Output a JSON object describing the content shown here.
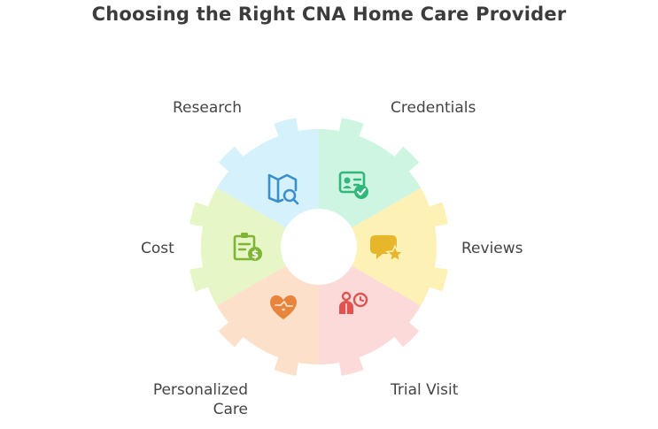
{
  "title": "Choosing the Right CNA Home Care Provider",
  "segments": [
    {
      "label": "Research",
      "icon": "map-search-icon",
      "color": "#d5f1fb",
      "iconColor": "#3a8fc9"
    },
    {
      "label": "Credentials",
      "icon": "id-card-check-icon",
      "color": "#cdf5e1",
      "iconColor": "#2fb87a"
    },
    {
      "label": "Reviews",
      "icon": "chat-star-icon",
      "color": "#fdf1b5",
      "iconColor": "#e8b62a"
    },
    {
      "label": "Trial Visit",
      "icon": "person-clock-icon",
      "color": "#fddada",
      "iconColor": "#e0534f"
    },
    {
      "label": "Personalized Care",
      "label_line1": "Personalized",
      "label_line2": "Care",
      "icon": "heart-puzzle-icon",
      "color": "#fde0c9",
      "iconColor": "#e8853c"
    },
    {
      "label": "Cost",
      "icon": "clipboard-dollar-icon",
      "color": "#e6f6c6",
      "iconColor": "#7fb534"
    }
  ]
}
